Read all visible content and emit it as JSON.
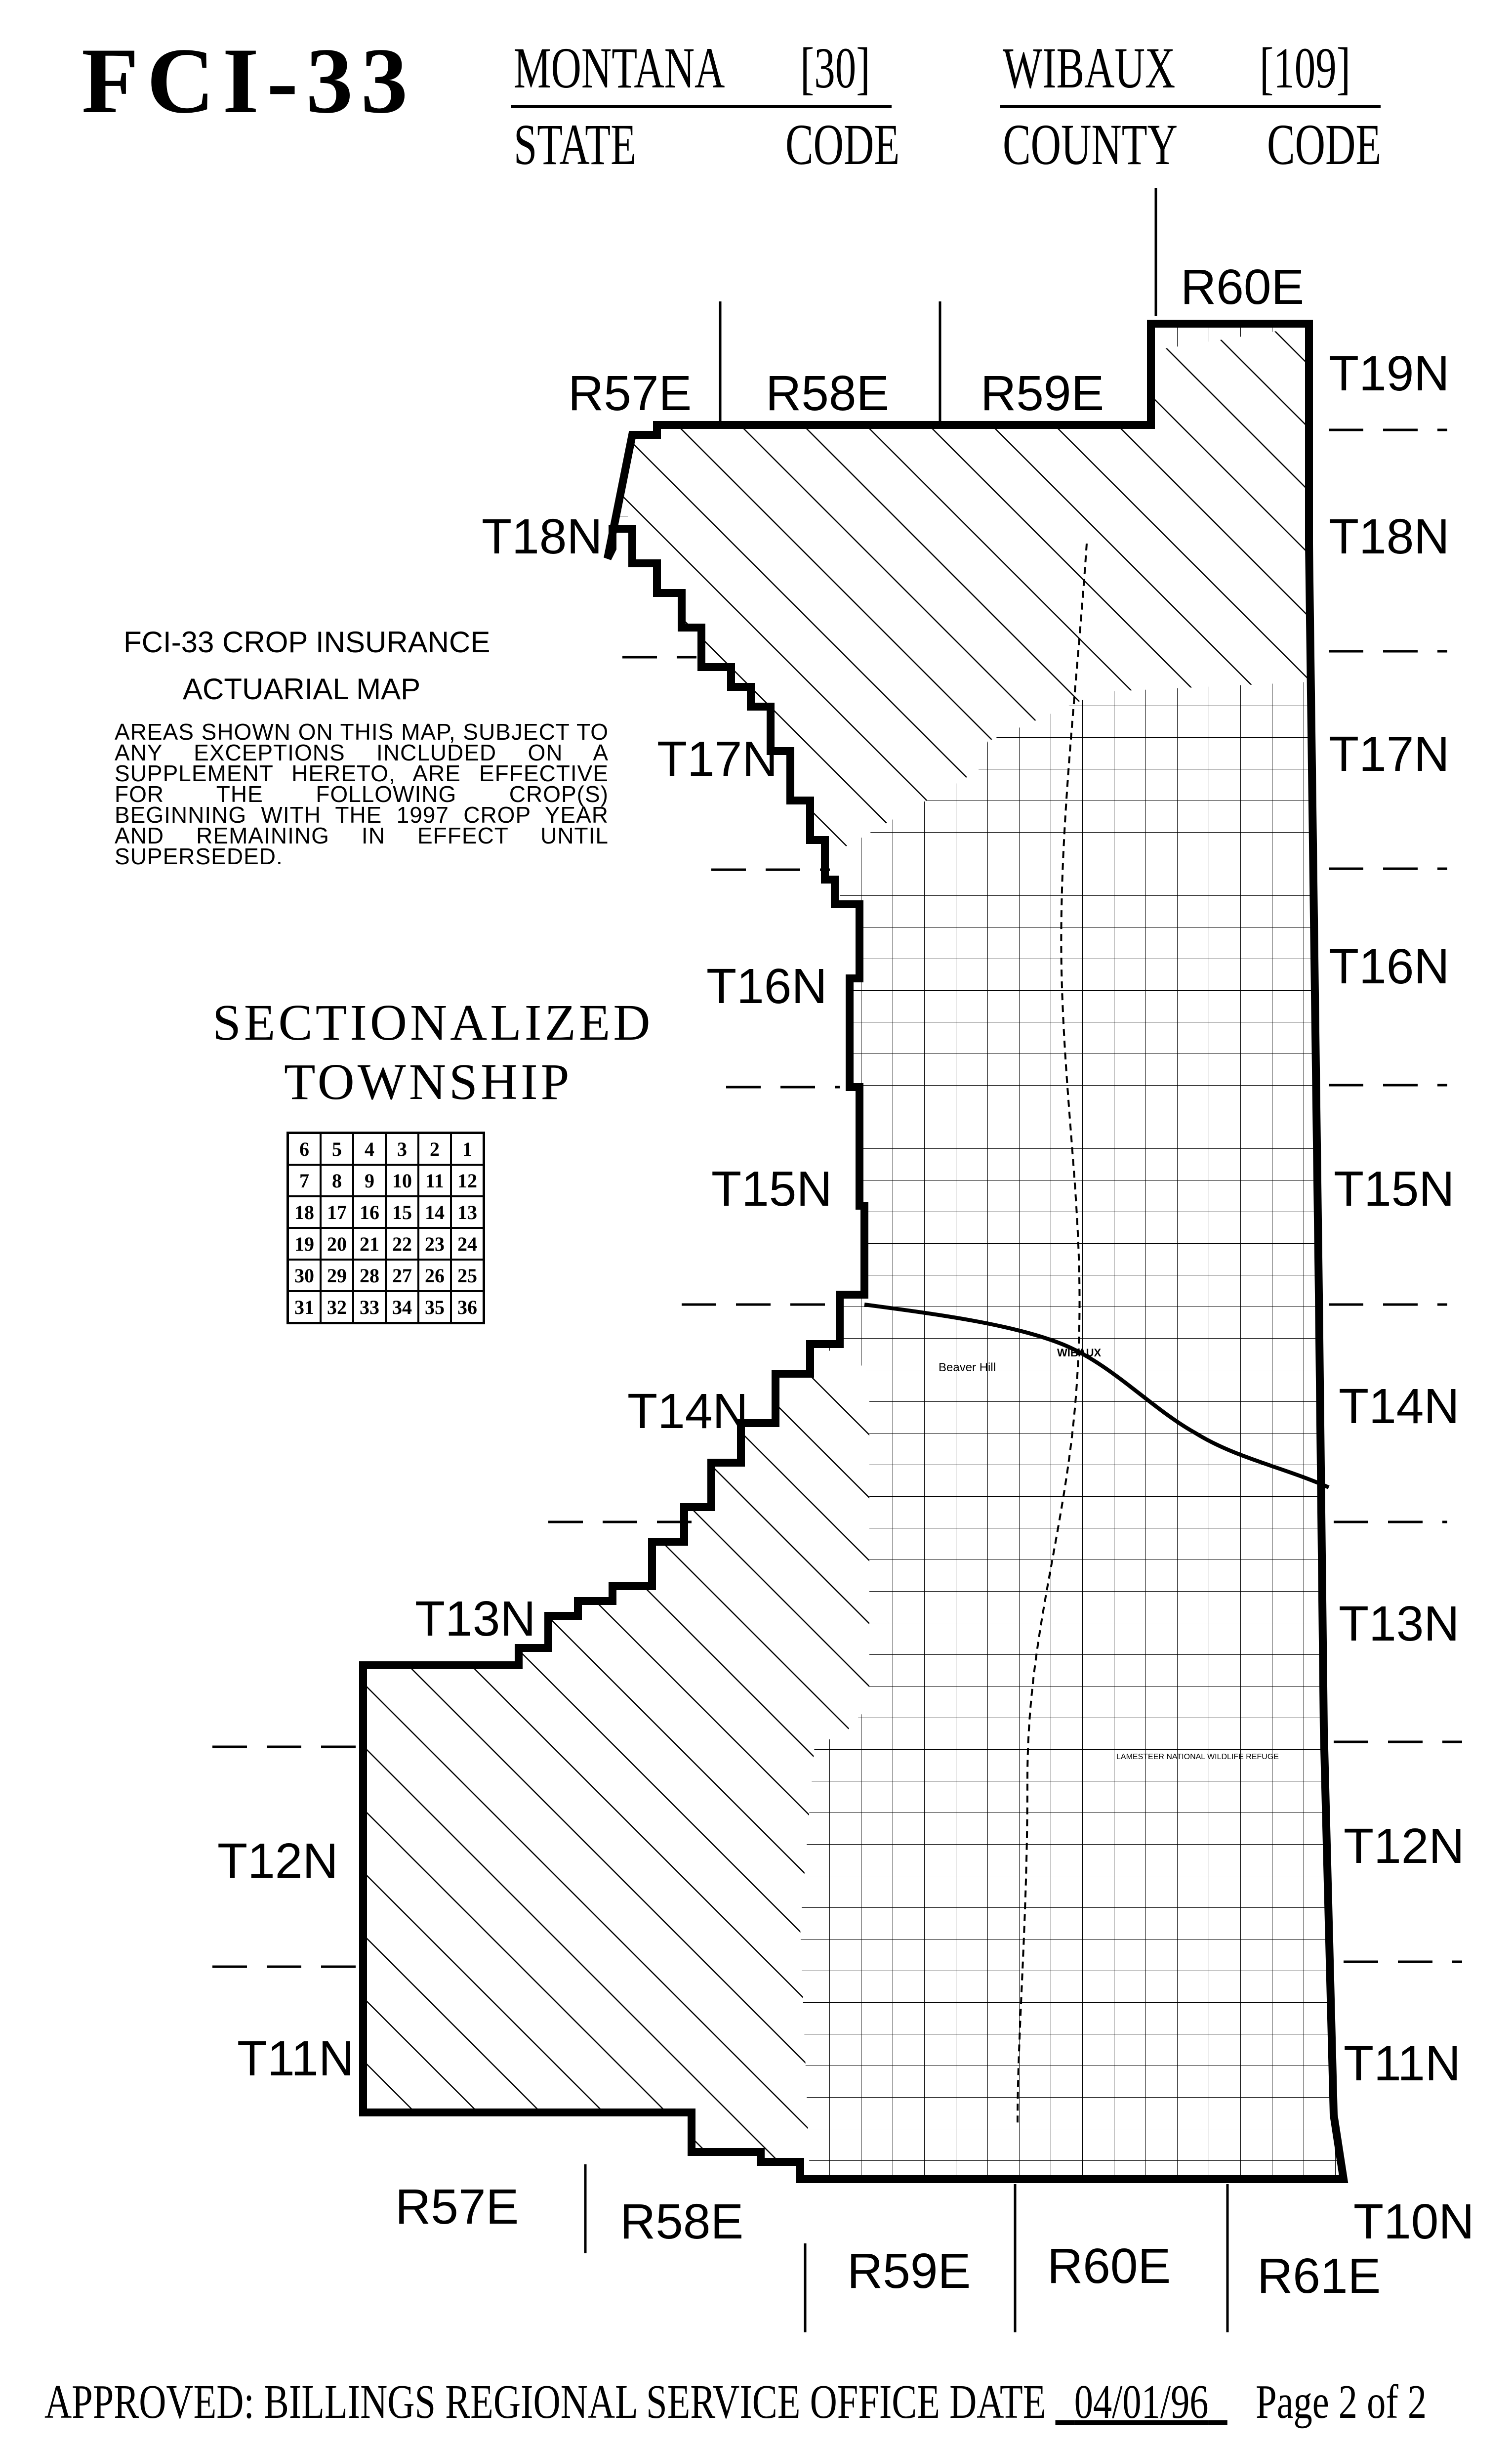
{
  "header": {
    "form_id": "FCI-33",
    "state_name": "MONTANA",
    "state_code": "[30]",
    "state_label": "STATE",
    "state_code_label": "CODE",
    "county_name": "WIBAUX",
    "county_code": "[109]",
    "county_label": "COUNTY",
    "county_code_label": "CODE"
  },
  "info_box": {
    "title": "FCI-33 CROP INSURANCE",
    "subtitle": "ACTUARIAL MAP",
    "body": "AREAS SHOWN ON THIS MAP, SUBJECT TO ANY EXCEPTIONS INCLUDED ON A SUPPLEMENT HERETO, ARE EFFECTIVE FOR THE FOLLOWING CROP(S) BEGINNING WITH THE 1997 CROP YEAR AND REMAINING IN EFFECT UNTIL SUPERSEDED."
  },
  "sectionalized_township": {
    "title_line1": "SECTIONALIZED",
    "title_line2": "TOWNSHIP",
    "rows": [
      [
        "6",
        "5",
        "4",
        "3",
        "2",
        "1"
      ],
      [
        "7",
        "8",
        "9",
        "10",
        "11",
        "12"
      ],
      [
        "18",
        "17",
        "16",
        "15",
        "14",
        "13"
      ],
      [
        "19",
        "20",
        "21",
        "22",
        "23",
        "24"
      ],
      [
        "30",
        "29",
        "28",
        "27",
        "26",
        "25"
      ],
      [
        "31",
        "32",
        "33",
        "34",
        "35",
        "36"
      ]
    ]
  },
  "map": {
    "range_labels_top": [
      "R57E",
      "R58E",
      "R59E",
      "R60E"
    ],
    "range_labels_bottom": [
      "R57E",
      "R58E",
      "R59E",
      "R60E",
      "R61E"
    ],
    "township_labels_right": [
      "T19N",
      "T18N",
      "T17N",
      "T16N",
      "T15N",
      "T14N",
      "T13N",
      "T12N",
      "T11N",
      "T10N"
    ],
    "township_labels_left": [
      "T18N",
      "T17N",
      "T16N",
      "T15N",
      "T14N",
      "T13N",
      "T12N",
      "T11N"
    ],
    "place_labels": [
      "Beaver Hill",
      "WIBAUX",
      "LAMESTEER NATIONAL WILDLIFE REFUGE"
    ]
  },
  "footer": {
    "approved": "APPROVED:",
    "office": "BILLINGS REGIONAL SERVICE OFFICE",
    "date_label": "DATE",
    "date": "04/01/96",
    "page": "Page 2 of 2"
  }
}
